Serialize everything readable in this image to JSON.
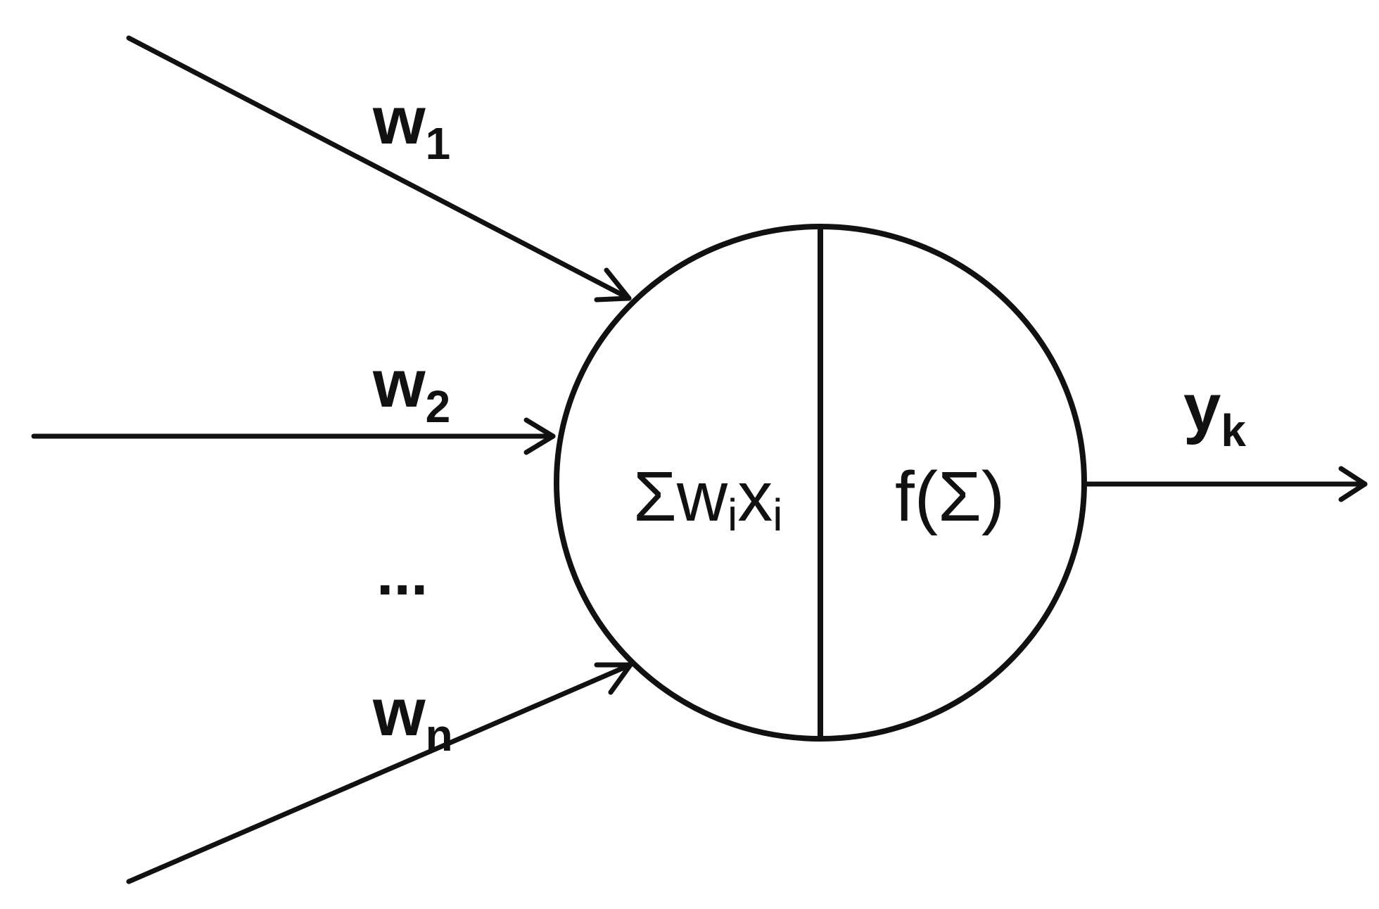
{
  "diagram": {
    "inputs": [
      {
        "weight": "w",
        "sub": "1"
      },
      {
        "weight": "w",
        "sub": "2"
      },
      {
        "weight": "w",
        "sub": "n"
      }
    ],
    "ellipsis": "...",
    "neuron": {
      "sum": {
        "sigma": "Σ",
        "w": "w",
        "w_sub": "i",
        "x": "x",
        "x_sub": "i"
      },
      "activation": "f(Σ)"
    },
    "output": {
      "label": "y",
      "sub": "k"
    }
  },
  "colors": {
    "ink": "#111111",
    "background": "#ffffff"
  }
}
